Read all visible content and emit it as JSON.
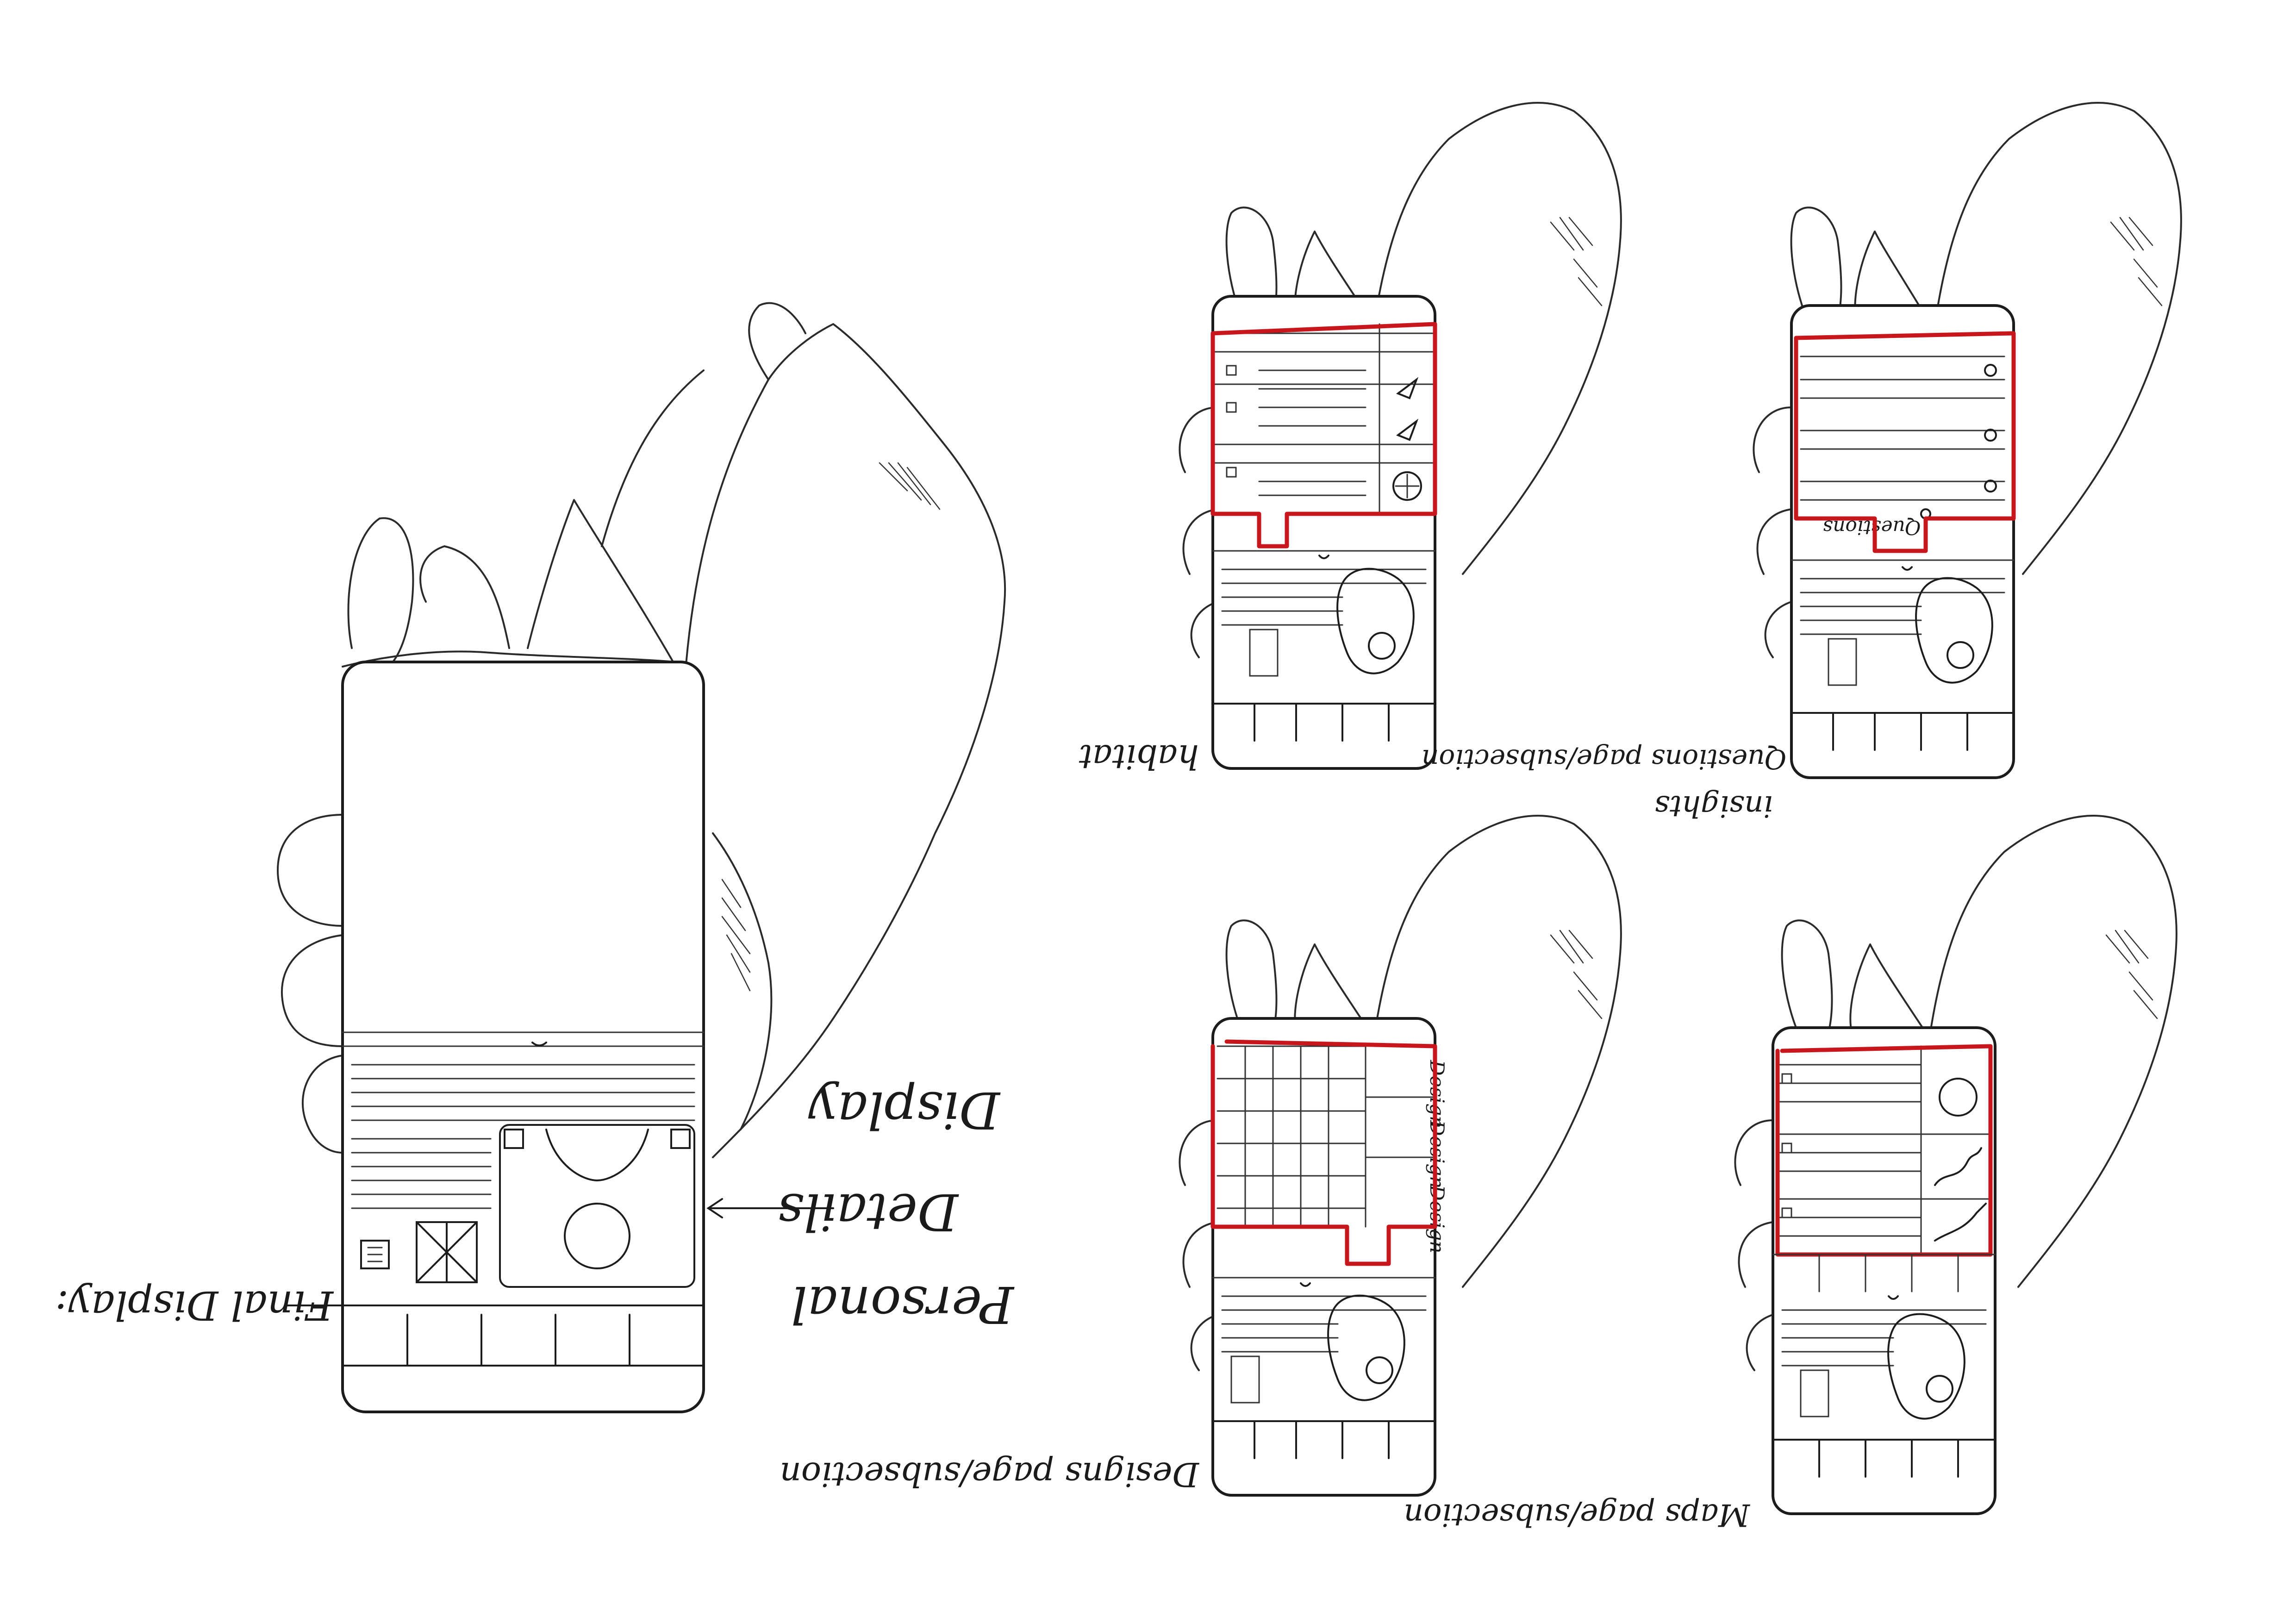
{
  "annotations": {
    "final_display": "Final Display:",
    "personal_details_line1": "Personal",
    "personal_details_line2": "Details",
    "personal_details_line3": "Display",
    "habitat": "habitat",
    "insights_line1": "insights",
    "insights_line2": "Questions page/subsection",
    "designs": "Designs page/subsection",
    "maps": "Maps page/subsection"
  },
  "screens": {
    "questions_tab": "Questions",
    "design_cell": "Design"
  },
  "colors": {
    "pencil": "#1c1c1c",
    "highlight": "#c8161d",
    "paper": "#ffffff"
  }
}
